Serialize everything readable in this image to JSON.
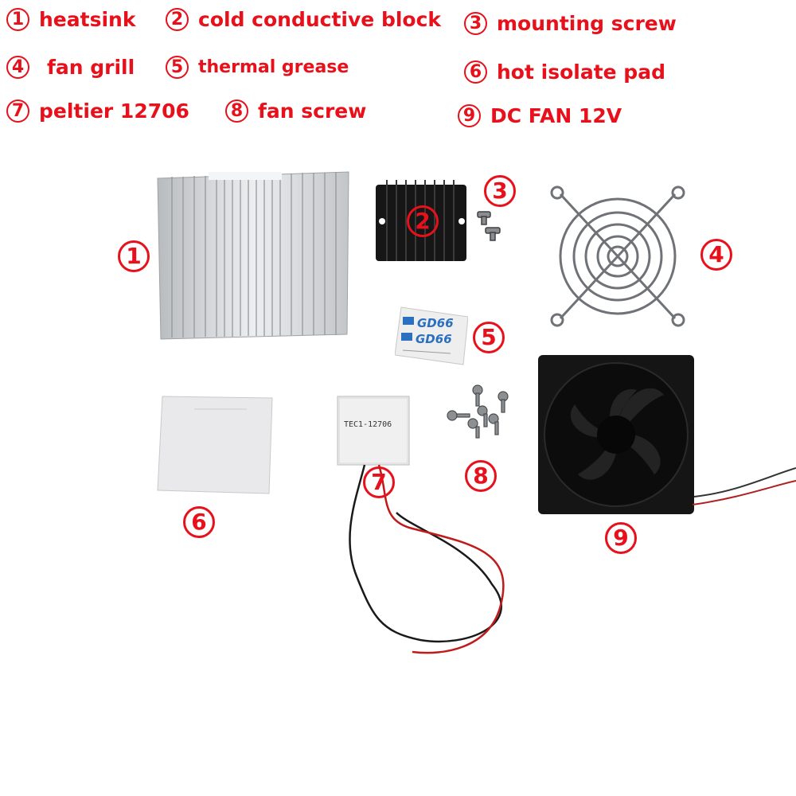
{
  "legend": [
    {
      "num": "1",
      "label": "heatsink"
    },
    {
      "num": "2",
      "label": "cold conductive block"
    },
    {
      "num": "3",
      "label": "mounting screw"
    },
    {
      "num": "4",
      "label": "fan grill"
    },
    {
      "num": "5",
      "label": "thermal grease"
    },
    {
      "num": "6",
      "label": "hot isolate pad"
    },
    {
      "num": "7",
      "label": "peltier 12706"
    },
    {
      "num": "8",
      "label": "fan screw"
    },
    {
      "num": "9",
      "label": "DC FAN 12V"
    }
  ],
  "markers": [
    "1",
    "2",
    "3",
    "4",
    "5",
    "6",
    "7",
    "8",
    "9"
  ],
  "packet_text": [
    "GD66",
    "GD66"
  ],
  "peltier_text": "TEC1-12706",
  "colors": {
    "accent": "#e8101a",
    "heatsink": "#d4d6d8",
    "block": "#151515"
  }
}
